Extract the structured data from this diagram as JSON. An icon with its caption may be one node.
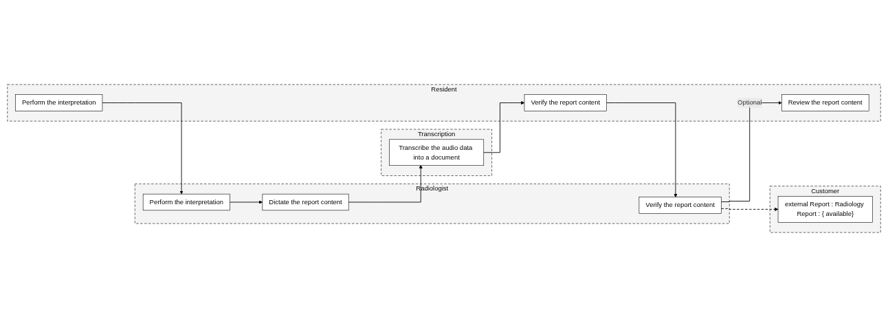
{
  "diagram": {
    "nodes": [
      {
        "text": [
          "Customer"
        ]
      },
      {
        "text": [
          "Radiologist"
        ]
      },
      {
        "text": [
          "Resident"
        ]
      },
      {
        "text": [
          "Transcription"
        ]
      },
      {
        "text": [
          "Perform the interpretation"
        ],
        "in": 2
      },
      {
        "text": [
          "Perform the interpretation"
        ],
        "in": 1
      },
      {
        "text": [
          "Dictate the report content"
        ],
        "in": 1
      },
      {
        "text": [
          "Transcribe the audio data into a document"
        ],
        "in": 3
      },
      {
        "text": [
          "Verify the report content"
        ],
        "in": 2
      },
      {
        "text": [
          "Verify the report content"
        ],
        "in": 1
      },
      {
        "text": [
          "Review the report content"
        ],
        "in": 2
      },
      {
        "text": [
          "external Report : Radiology Report : { available}"
        ],
        "in": 0
      }
    ],
    "edges": [
      {
        "from": 4,
        "to": 5,
        "arrow": "to"
      },
      {
        "from": 5,
        "to": 6,
        "arrow": "to"
      },
      {
        "from": 6,
        "to": 7,
        "arrow": "to"
      },
      {
        "from": 7,
        "to": 8,
        "arrow": "to"
      },
      {
        "from": 8,
        "to": 9,
        "arrow": "to"
      },
      {
        "from": 9,
        "to": 10,
        "arrow": "to",
        "label": "Optional"
      },
      {
        "from": 9,
        "to": 11,
        "arrow": "to",
        "style": "dashed"
      }
    ]
  }
}
